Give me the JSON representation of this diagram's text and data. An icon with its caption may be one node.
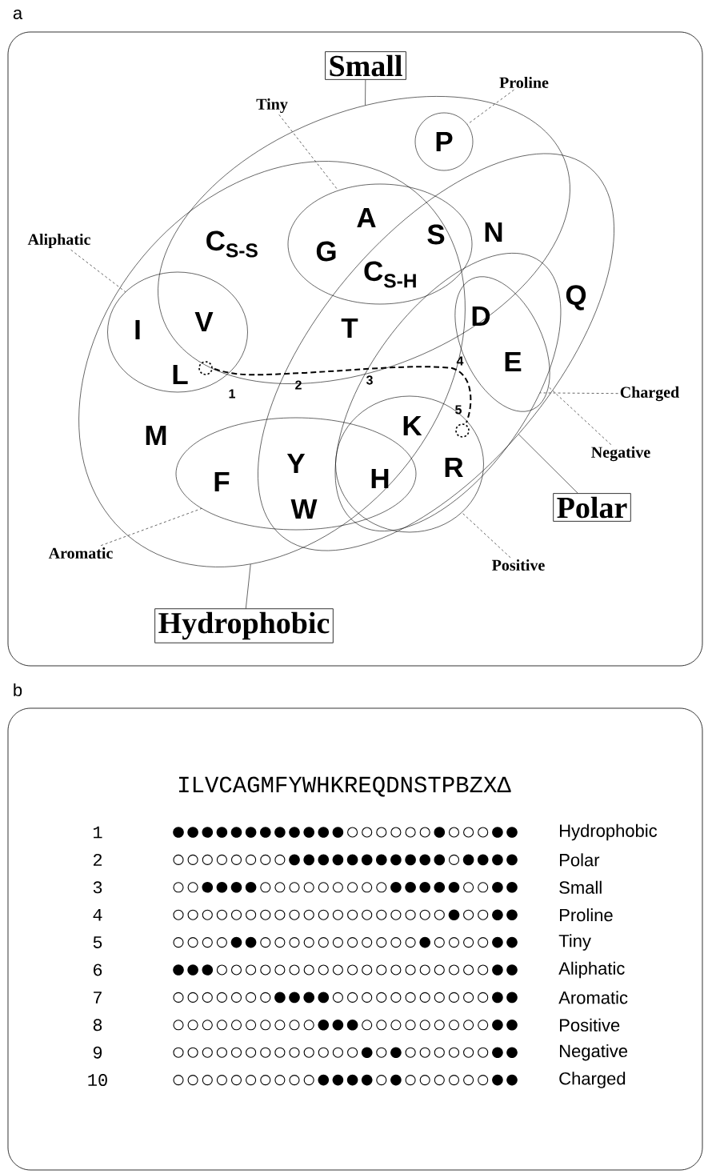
{
  "diagram": {
    "nodes": [
      {
        "text": [
          "Small"
        ]
      },
      {
        "text": [
          "Proline"
        ]
      },
      {
        "text": [
          "Tiny"
        ]
      },
      {
        "text": [
          "Aliphatic"
        ]
      },
      {
        "text": [
          "Charged"
        ]
      },
      {
        "text": [
          "Negative"
        ]
      },
      {
        "text": [
          "Polar"
        ]
      },
      {
        "text": [
          "Aromatic"
        ]
      },
      {
        "text": [
          "Positive"
        ]
      },
      {
        "text": [
          "Hydrophobic"
        ]
      },
      {
        "text": [],
        "shape": "ellipse"
      },
      {
        "text": [],
        "shape": "circle",
        "in": 10
      },
      {
        "text": [],
        "shape": "ellipse"
      },
      {
        "text": [],
        "shape": "ellipse"
      },
      {
        "text": [],
        "shape": "ellipse"
      },
      {
        "text": [],
        "shape": "ellipse",
        "in": 12
      },
      {
        "text": [],
        "shape": "ellipse",
        "in": 13
      },
      {
        "text": [],
        "shape": "ellipse",
        "in": 15
      },
      {
        "text": [],
        "shape": "ellipse",
        "in": 15
      },
      {
        "text": [],
        "shape": "ellipse",
        "in": 13
      }
    ],
    "edges": [
      {
        "from": 0,
        "to": 10,
        "arrow": "none"
      },
      {
        "from": 1,
        "to": 11,
        "arrow": "none",
        "style": "dashed"
      },
      {
        "from": 2,
        "to": 14,
        "arrow": "none",
        "style": "dashed"
      },
      {
        "from": 3,
        "to": 16,
        "arrow": "none",
        "style": "dashed"
      },
      {
        "from": 4,
        "to": 15,
        "arrow": "none",
        "style": "dashed"
      },
      {
        "from": 5,
        "to": 17,
        "arrow": "none",
        "style": "dashed"
      },
      {
        "from": 6,
        "to": 12,
        "arrow": "none"
      },
      {
        "from": 7,
        "to": 19,
        "arrow": "none",
        "style": "dashed"
      },
      {
        "from": 8,
        "to": 18,
        "arrow": "none",
        "style": "dashed"
      },
      {
        "from": 9,
        "to": 13,
        "arrow": "none"
      }
    ],
    "labels": [
      "a",
      "P",
      "A",
      "C$_{S-S}$",
      "G",
      "S",
      "N",
      "C$_{S-H}$",
      "Q",
      "I",
      "V",
      "T",
      "D",
      "L",
      "1",
      "2",
      "3",
      "4",
      "E",
      "5",
      "M",
      "K",
      "F",
      "Y",
      "H",
      "R",
      "W",
      "b",
      "ILVCAGMFYWHKREQDNSTPBZXΔ",
      "1",
      "Hydrophobic",
      "2",
      "Polar",
      "3",
      "Small",
      "4",
      "Proline",
      "5",
      "Tiny",
      "6",
      "Aliphatic",
      "7",
      "Aromatic",
      "8",
      "Positive",
      "9",
      "Negative",
      "10",
      "Charged"
    ]
  }
}
